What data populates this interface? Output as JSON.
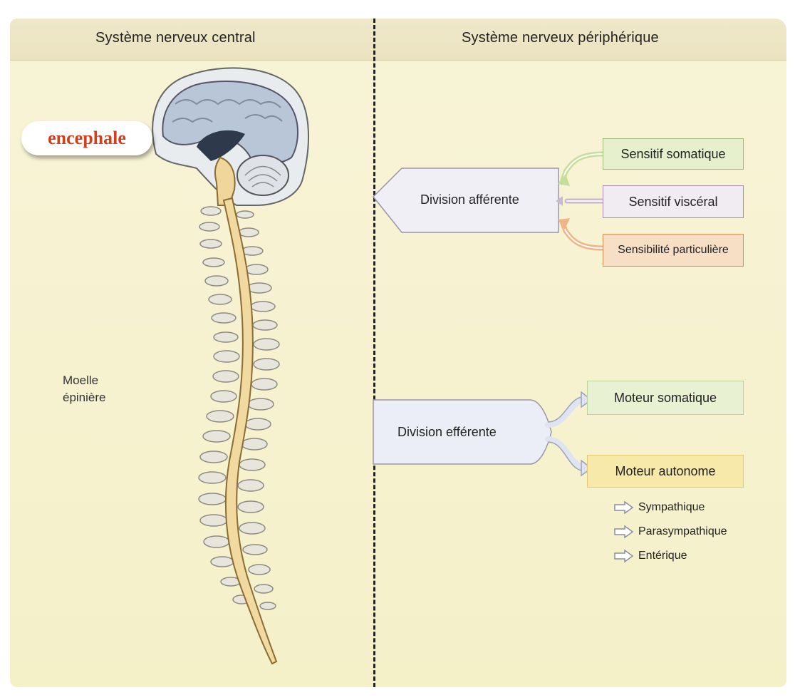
{
  "header": {
    "left_title": "Système nerveux central",
    "right_title": "Système nerveux périphérique"
  },
  "central": {
    "brain_label": "encephale",
    "spinal_cord_label_line1": "Moelle",
    "spinal_cord_label_line2": "épinière"
  },
  "afferent": {
    "division_label": "Division afférente",
    "branches": [
      {
        "label": "Sensitif somatique",
        "color": "#e7f0cc"
      },
      {
        "label": "Sensitif viscéral",
        "color": "#f1ecf2"
      },
      {
        "label": "Sensibilité particulière",
        "color": "#f7dfc6"
      }
    ]
  },
  "efferent": {
    "division_label": "Division efférente",
    "branches": [
      {
        "label": "Moteur somatique",
        "color": "#e9f1d3"
      },
      {
        "label": "Moteur autonome",
        "color": "#f6e9a9"
      }
    ],
    "autonomic_subdivisions": [
      "Sympathique",
      "Parasympathique",
      "Entérique"
    ]
  },
  "colors": {
    "brain_label_text": "#d0401c",
    "panel_background": "#f7f3d6"
  }
}
